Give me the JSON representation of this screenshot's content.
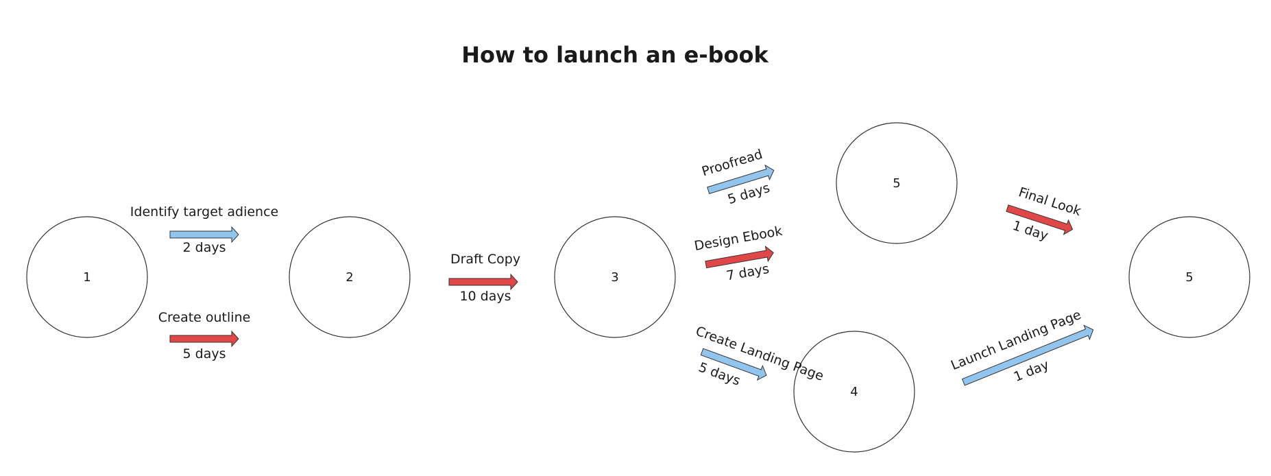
{
  "title": "How to launch an e-book",
  "colors": {
    "blue": "#92c5ee",
    "red": "#e04848",
    "stroke": "#333333"
  },
  "nodes": [
    {
      "id": "n1",
      "label": "1"
    },
    {
      "id": "n2",
      "label": "2"
    },
    {
      "id": "n3",
      "label": "3"
    },
    {
      "id": "n5a",
      "label": "5"
    },
    {
      "id": "n4",
      "label": "4"
    },
    {
      "id": "n5b",
      "label": "5"
    }
  ],
  "tasks": [
    {
      "id": "identify",
      "name": "Identify target adience",
      "duration": "2 days",
      "color": "blue"
    },
    {
      "id": "outline",
      "name": "Create outline",
      "duration": "5 days",
      "color": "red"
    },
    {
      "id": "draft",
      "name": "Draft Copy",
      "duration": "10 days",
      "color": "red"
    },
    {
      "id": "proofread",
      "name": "Proofread",
      "duration": "5 days",
      "color": "blue"
    },
    {
      "id": "design",
      "name": "Design Ebook",
      "duration": "7 days",
      "color": "red"
    },
    {
      "id": "landing",
      "name": "Create Landing Page",
      "duration": "5 days",
      "color": "blue"
    },
    {
      "id": "finallook",
      "name": "Final Look",
      "duration": "1 day",
      "color": "red"
    },
    {
      "id": "launch",
      "name": "Launch Landing Page",
      "duration": "1 day",
      "color": "blue"
    }
  ]
}
